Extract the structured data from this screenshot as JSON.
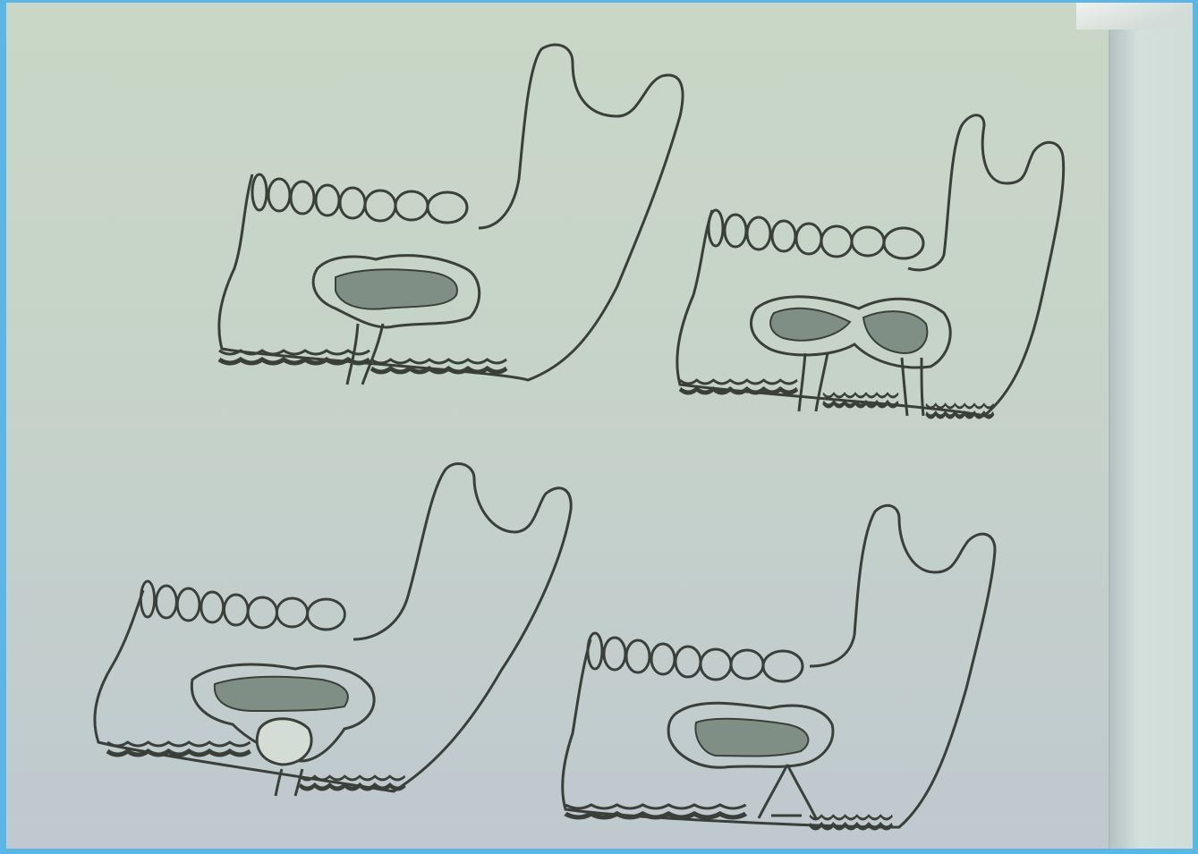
{
  "figure": {
    "panels": [
      {
        "id": "a",
        "lesion": "single",
        "sinus_tracts": 1
      },
      {
        "id": "b",
        "lesion": "double",
        "sinus_tracts": 2
      },
      {
        "id": "c",
        "lesion": "single-with-cyst",
        "sinus_tracts": 1
      },
      {
        "id": "d",
        "lesion": "triangular-tract",
        "sinus_tracts": 2
      }
    ],
    "colors": {
      "background": "#5ab6e6",
      "paper": "#c9d7c6",
      "ink": "#3a3f3a",
      "lesion_fill": "#7f8f86"
    }
  }
}
